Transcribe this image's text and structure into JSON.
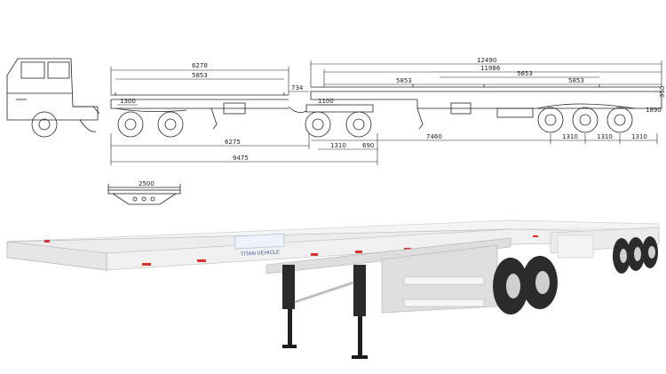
{
  "drawing": {
    "tractor_trailer_dims": {
      "overall_a": "6278",
      "deck_a": "5853",
      "gap": "734",
      "wheelbase_a": "6275",
      "overall_b": "9475",
      "front_a": "1300",
      "axle_a": "1310",
      "rear_a": "690"
    },
    "main_trailer_dims": {
      "overall": "12490",
      "deck": "11986",
      "seg_left": "5853",
      "seg_right": "5653",
      "seg_far": "5853",
      "kingpin_to_axle": "7460",
      "axle_1": "1310",
      "axle_2": "1310",
      "axle_3": "1310",
      "front_b": "1100",
      "rear_b": "1890",
      "side_note": "350"
    },
    "end_view": {
      "width": "2500"
    }
  },
  "photo": {
    "brand_label": "TITAN VEHICLE"
  },
  "colors": {
    "trailer_body": "#f2f2f2",
    "reflector": "#d9312b",
    "tire": "#2b2b2b",
    "line": "#222222"
  }
}
